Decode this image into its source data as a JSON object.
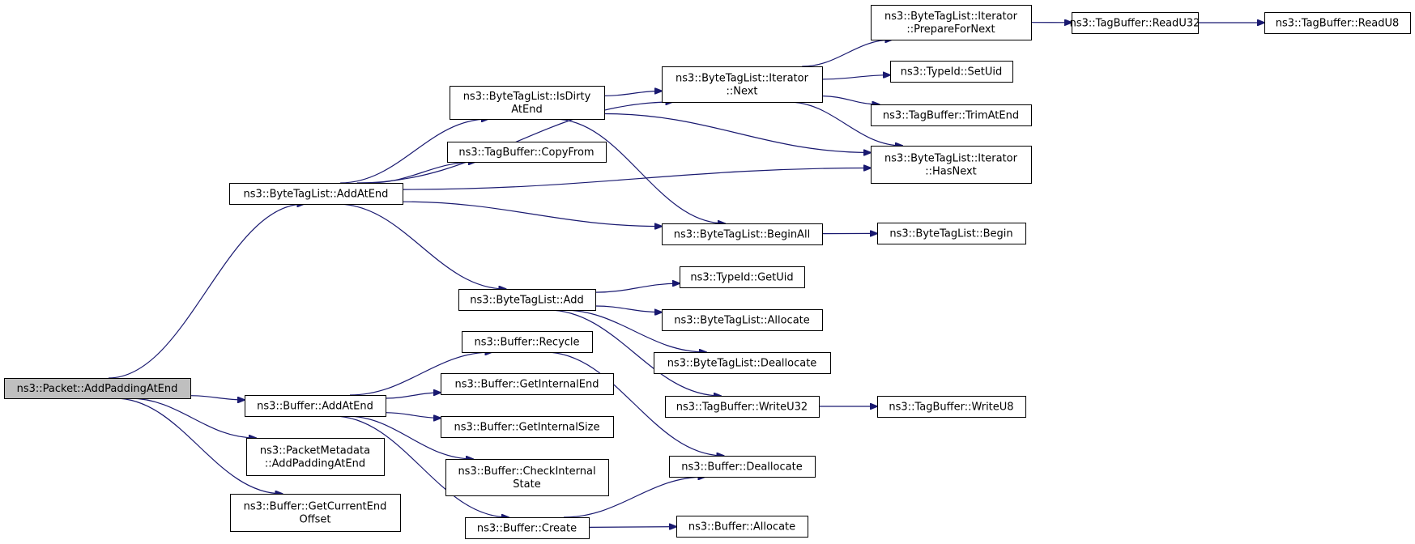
{
  "graph": {
    "edge_color": "#191970",
    "root_fill": "#bfbfbf",
    "nodes": {
      "packet_addpadding": [
        "ns3::Packet::AddPaddingAtEnd"
      ],
      "btl_addatend": [
        "ns3::ByteTagList::AddAtEnd"
      ],
      "buf_addatend": [
        "ns3::Buffer::AddAtEnd"
      ],
      "pm_addpadding": [
        "ns3::PacketMetadata",
        "::AddPaddingAtEnd"
      ],
      "buf_getcurrentend": [
        "ns3::Buffer::GetCurrentEnd",
        "Offset"
      ],
      "btl_isdirty": [
        "ns3::ByteTagList::IsDirty",
        "AtEnd"
      ],
      "tb_copyfrom": [
        "ns3::TagBuffer::CopyFrom"
      ],
      "btl_add": [
        "ns3::ByteTagList::Add"
      ],
      "buf_recycle": [
        "ns3::Buffer::Recycle"
      ],
      "buf_getinternalend": [
        "ns3::Buffer::GetInternalEnd"
      ],
      "buf_getinternalsize": [
        "ns3::Buffer::GetInternalSize"
      ],
      "buf_checkinternal": [
        "ns3::Buffer::CheckInternal",
        "State"
      ],
      "buf_create": [
        "ns3::Buffer::Create"
      ],
      "btl_iter_next": [
        "ns3::ByteTagList::Iterator",
        "::Next"
      ],
      "btl_beginall": [
        "ns3::ByteTagList::BeginAll"
      ],
      "typeid_getuid": [
        "ns3::TypeId::GetUid"
      ],
      "btl_allocate": [
        "ns3::ByteTagList::Allocate"
      ],
      "btl_deallocate": [
        "ns3::ByteTagList::Deallocate"
      ],
      "tb_writeu32": [
        "ns3::TagBuffer::WriteU32"
      ],
      "buf_deallocate": [
        "ns3::Buffer::Deallocate"
      ],
      "buf_allocate": [
        "ns3::Buffer::Allocate"
      ],
      "btl_iter_preparefornext": [
        "ns3::ByteTagList::Iterator",
        "::PrepareForNext"
      ],
      "typeid_setuid": [
        "ns3::TypeId::SetUid"
      ],
      "tb_trimatend": [
        "ns3::TagBuffer::TrimAtEnd"
      ],
      "btl_iter_hasnext": [
        "ns3::ByteTagList::Iterator",
        "::HasNext"
      ],
      "btl_begin": [
        "ns3::ByteTagList::Begin"
      ],
      "tb_writeu8": [
        "ns3::TagBuffer::WriteU8"
      ],
      "tb_readu32": [
        "ns3::TagBuffer::ReadU32"
      ],
      "tb_readu8": [
        "ns3::TagBuffer::ReadU8"
      ]
    },
    "root": "packet_addpadding",
    "edges": [
      [
        "packet_addpadding",
        "btl_addatend"
      ],
      [
        "packet_addpadding",
        "buf_addatend"
      ],
      [
        "packet_addpadding",
        "pm_addpadding"
      ],
      [
        "packet_addpadding",
        "buf_getcurrentend"
      ],
      [
        "btl_addatend",
        "btl_iter_next"
      ],
      [
        "btl_addatend",
        "btl_isdirty"
      ],
      [
        "btl_addatend",
        "tb_copyfrom"
      ],
      [
        "btl_addatend",
        "btl_iter_hasnext"
      ],
      [
        "btl_addatend",
        "btl_beginall"
      ],
      [
        "btl_addatend",
        "btl_add"
      ],
      [
        "btl_isdirty",
        "btl_iter_next"
      ],
      [
        "btl_isdirty",
        "btl_iter_hasnext"
      ],
      [
        "btl_isdirty",
        "btl_beginall"
      ],
      [
        "btl_iter_next",
        "btl_iter_preparefornext"
      ],
      [
        "btl_iter_next",
        "typeid_setuid"
      ],
      [
        "btl_iter_next",
        "tb_trimatend"
      ],
      [
        "btl_iter_next",
        "btl_iter_hasnext"
      ],
      [
        "btl_iter_preparefornext",
        "tb_readu32"
      ],
      [
        "tb_readu32",
        "tb_readu8"
      ],
      [
        "btl_beginall",
        "btl_begin"
      ],
      [
        "btl_add",
        "typeid_getuid"
      ],
      [
        "btl_add",
        "btl_allocate"
      ],
      [
        "btl_add",
        "btl_deallocate"
      ],
      [
        "btl_add",
        "tb_writeu32"
      ],
      [
        "tb_writeu32",
        "tb_writeu8"
      ],
      [
        "buf_addatend",
        "buf_recycle"
      ],
      [
        "buf_addatend",
        "buf_getinternalend"
      ],
      [
        "buf_addatend",
        "buf_getinternalsize"
      ],
      [
        "buf_addatend",
        "buf_checkinternal"
      ],
      [
        "buf_addatend",
        "buf_create"
      ],
      [
        "buf_recycle",
        "buf_deallocate"
      ],
      [
        "buf_create",
        "buf_deallocate"
      ],
      [
        "buf_create",
        "buf_allocate"
      ]
    ]
  }
}
